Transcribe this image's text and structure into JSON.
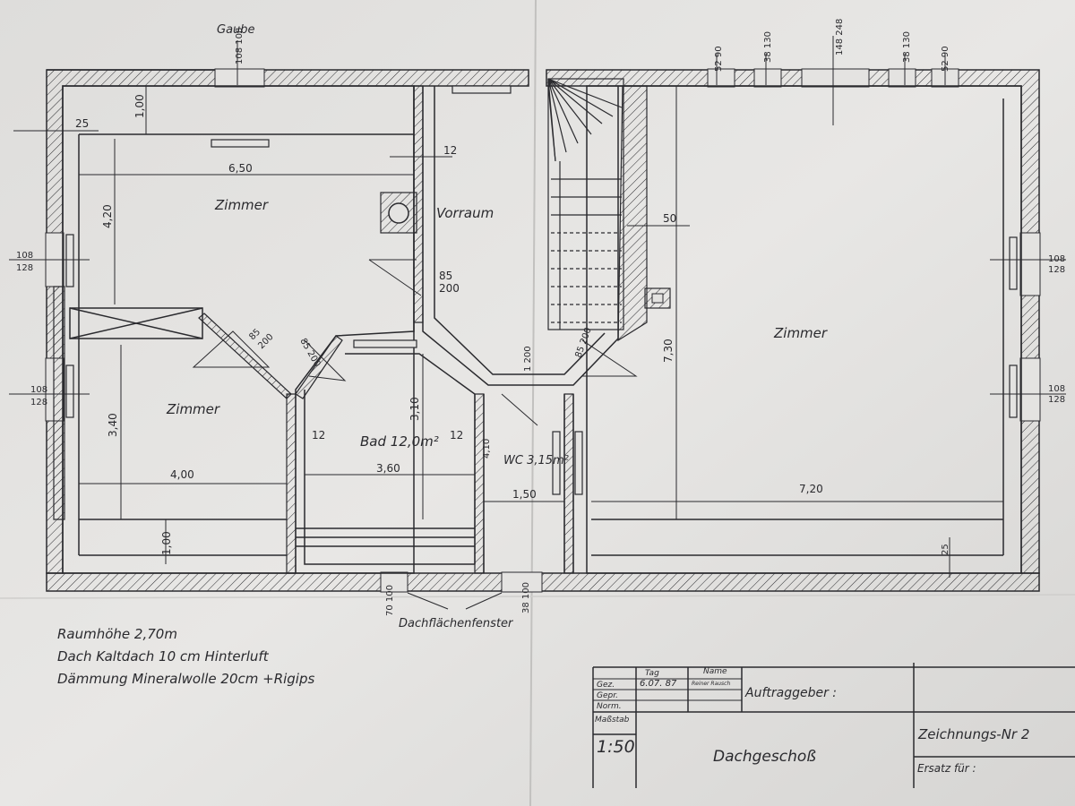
{
  "labels": {
    "gaube": "Gaube",
    "room_top_left": "Zimmer",
    "room_bottom_left": "Zimmer",
    "room_right": "Zimmer",
    "vorraum": "Vorraum",
    "bad": "Bad 12,0m²",
    "wc": "WC 3,15m²",
    "dachflaechenfenster": "Dachflächenfenster"
  },
  "dimensions": {
    "d_650": "6,50",
    "d_420": "4,20",
    "d_100_top": "1,00",
    "d_25_left": "25",
    "d_12_vorraum": "12",
    "d_85_200_a": "85",
    "d_85_200_b": "200",
    "d_85_200_diag_a": "85",
    "d_85_200_diag_b": "200",
    "d_85_200_diag2": "85 200",
    "d_340": "3,40",
    "d_400": "4,00",
    "d_100_bottom": "1,00",
    "d_12_bad_left": "12",
    "d_310": "3,10",
    "d_360": "3,60",
    "d_12_bad_right": "12",
    "d_410": "4,10",
    "d_150": "1,50",
    "d_720": "7,20",
    "d_730": "7,30",
    "d_50": "50",
    "d_25_right": "25",
    "d_1_200": "1 200",
    "d_85_200_stair": "85 200",
    "win_108_128_left_a": "108",
    "win_108_128_left_b": "128",
    "win_108_128_left2_a": "108",
    "win_108_128_left2_b": "128",
    "win_108_128_right_a": "108",
    "win_108_128_right_b": "128",
    "win_108_128_right2_a": "108",
    "win_108_128_right2_b": "128",
    "win_gaube": "108 108",
    "win_top_1": "52 90",
    "win_top_2": "38 130",
    "win_top_3": "148 248",
    "win_top_4": "38 130",
    "win_top_5": "52 90",
    "win_bottom_1": "70 100",
    "win_bottom_2": "38 100"
  },
  "notes": {
    "line1": "Raumhöhe 2,70m",
    "line2": "Dach Kaltdach  10 cm Hinterluft",
    "line3": "Dämmung Mineralwolle 20cm +Rigips"
  },
  "title_block": {
    "tag_header": "Tag",
    "name_header": "Name",
    "gez_label": "Gez.",
    "gez_date": "6.07. 87",
    "gez_name": "Reiner Rausch",
    "gepr_label": "Gepr.",
    "norm_label": "Norm.",
    "massstab_label": "Maßstab",
    "scale": "1:50",
    "auftraggeber": "Auftraggeber :",
    "title": "Dachgeschoß",
    "drawing_no": "Zeichnungs-Nr 2",
    "ersatz": "Ersatz für :"
  },
  "colors": {
    "paper": "#e4e3e1",
    "ink": "#2a2a2e",
    "background": "#cfcdcb"
  }
}
